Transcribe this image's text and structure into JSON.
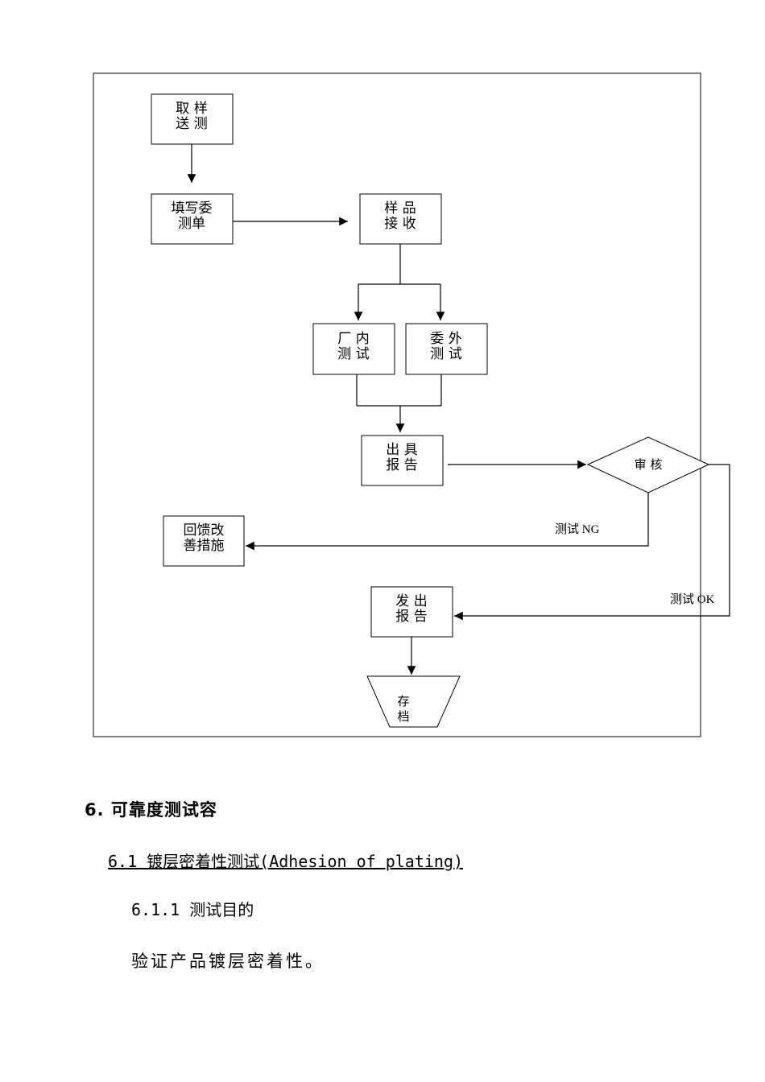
{
  "flowchart": {
    "nodes": {
      "sampling": [
        "取 样",
        "送 测"
      ],
      "fill_form": [
        "填写委",
        "测单"
      ],
      "sample_receipt": [
        "样 品",
        "接 收"
      ],
      "internal_test": [
        "厂 内",
        "测 试"
      ],
      "external_test": [
        "委 外",
        "测 试"
      ],
      "issue_report": [
        "出 具",
        "报 告"
      ],
      "review": "审  核",
      "feedback": [
        "回馈改",
        "善措施"
      ],
      "send_report": [
        "发 出",
        "报 告"
      ],
      "archive": [
        "存",
        "档"
      ]
    },
    "edges": {
      "ng_label": "测试 NG",
      "ok_label": "测试 OK"
    }
  },
  "section": {
    "heading": "6. 可靠度测试容",
    "subheading": "6.1 镀层密着性测试(Adhesion of plating)",
    "subsubheading": "6.1.1 测试目的",
    "paragraph": "验证产品镀层密着性。"
  }
}
